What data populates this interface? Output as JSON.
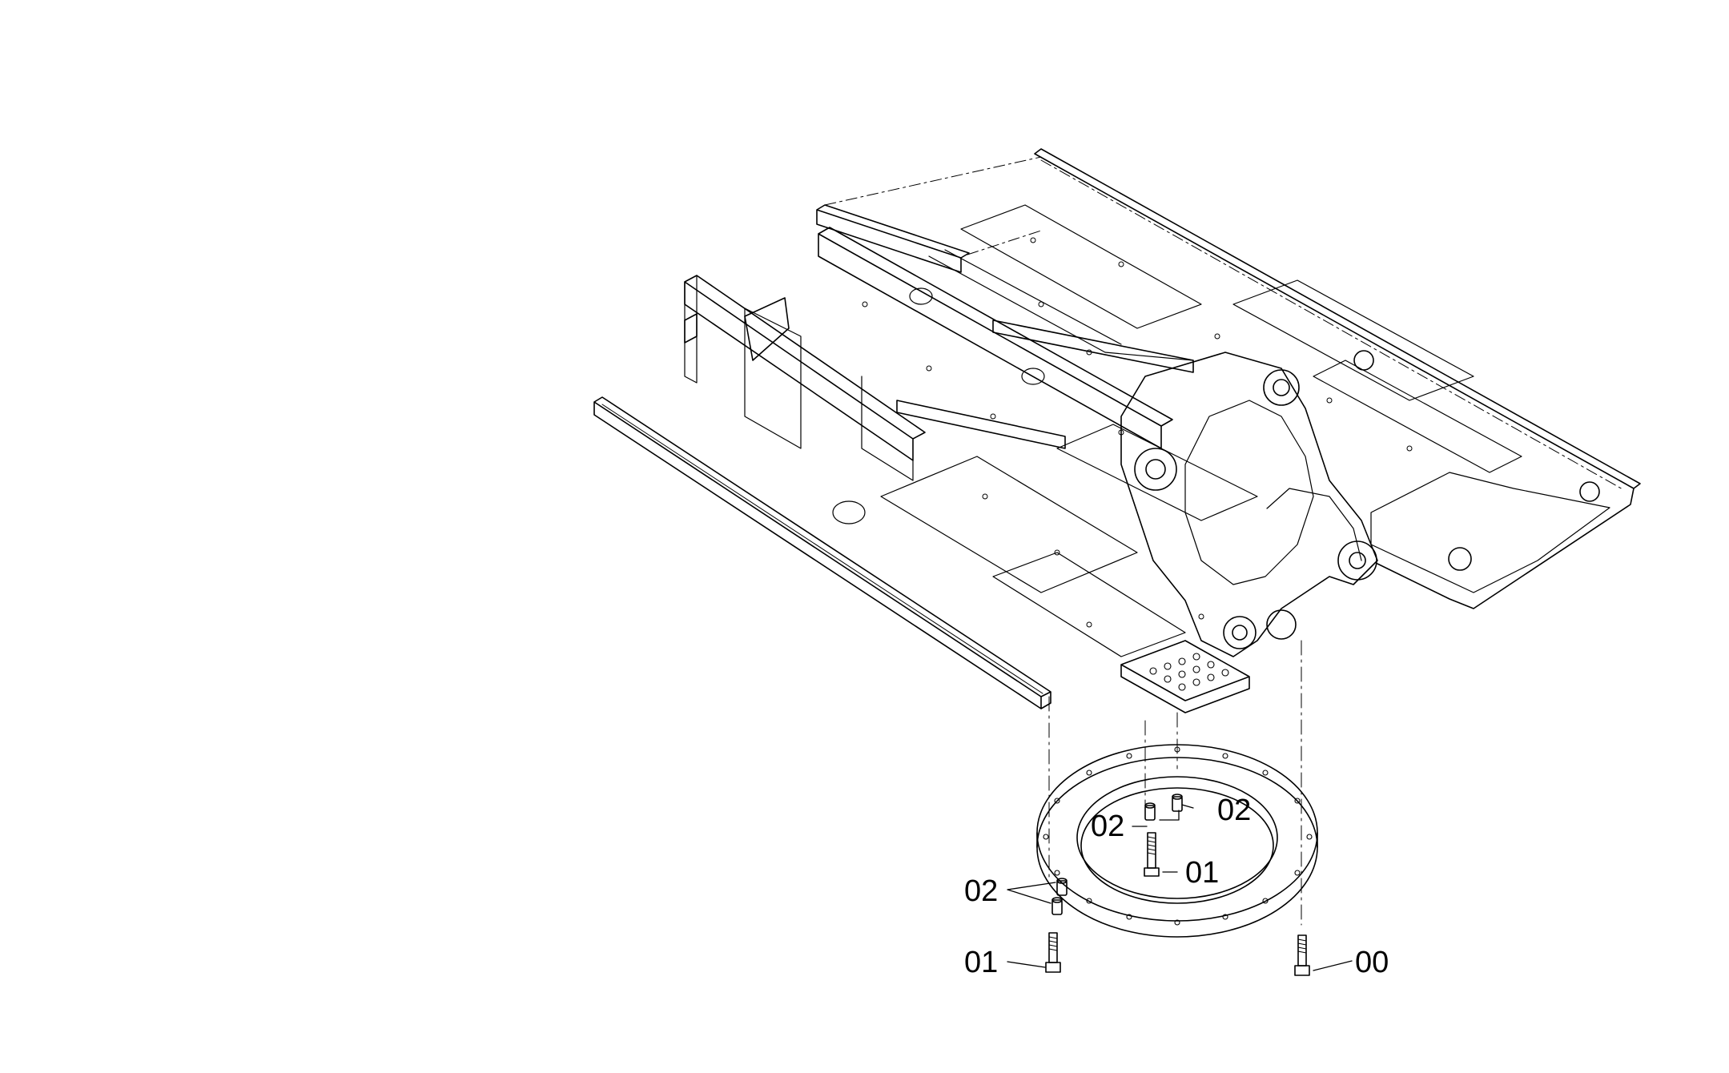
{
  "callouts": [
    {
      "id": "c1",
      "text": "02"
    },
    {
      "id": "c2",
      "text": "02"
    },
    {
      "id": "c3",
      "text": "01"
    },
    {
      "id": "c4",
      "text": "02"
    },
    {
      "id": "c5",
      "text": "01"
    },
    {
      "id": "c6",
      "text": "00"
    }
  ],
  "colors": {
    "line": "#000000",
    "background": "#ffffff"
  }
}
